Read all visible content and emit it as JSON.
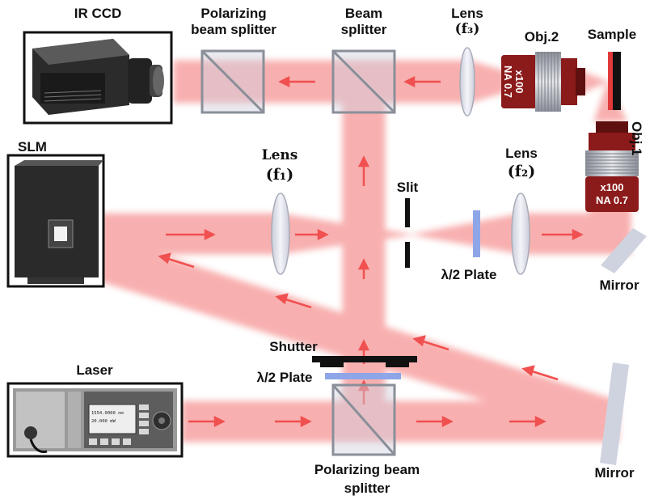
{
  "labels": {
    "ir_ccd": "IR CCD",
    "pbs_top_line1": "Polarizing",
    "pbs_top_line2": "beam splitter",
    "bs_line1": "Beam",
    "bs_line2": "splitter",
    "lens3_line1": "Lens",
    "lens3_line2": "(f₃)",
    "obj2": "Obj.2",
    "sample": "Sample",
    "slm": "SLM",
    "lens1_line1": "Lens",
    "lens1_line2": "(f₁)",
    "slit": "Slit",
    "lens2_line1": "Lens",
    "lens2_line2": "(f₂)",
    "obj1": "Obj.1",
    "half_wave_top": "λ/2 Plate",
    "mirror_top": "Mirror",
    "shutter": "Shutter",
    "half_wave_bottom": "λ/2 Plate",
    "laser": "Laser",
    "pbs_bottom_line1": "Polarizing beam",
    "pbs_bottom_line2": "splitter",
    "mirror_bottom": "Mirror"
  },
  "objective_text": {
    "obj2_mag": "x100",
    "obj2_na": "NA 0.7",
    "obj1_mag": "x100",
    "obj1_na": "NA 0.7"
  },
  "laser_display": {
    "line1": "1554.0000 nm",
    "line2": "20.000 mW"
  },
  "colors": {
    "beam": "#f47f7f",
    "arrow": "#f05050",
    "optic_gray": "#cfd3e0",
    "objective_red": "#8b1a1a",
    "plate_blue": "#8ea6e8"
  }
}
